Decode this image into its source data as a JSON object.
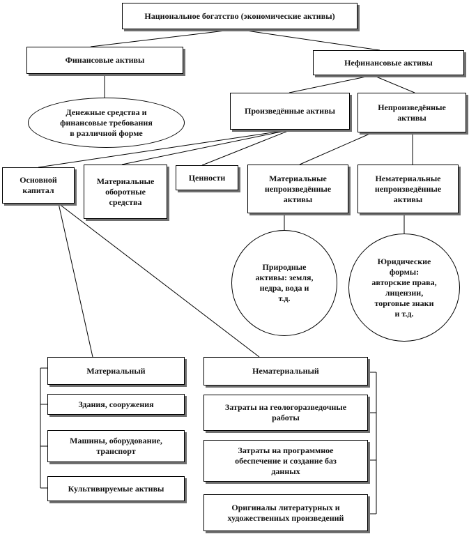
{
  "diagram": {
    "root": "Национальное богатство (экономические активы)",
    "financial": "Финансовые активы",
    "nonfinancial": "Нефинансовые активы",
    "money": "Денежные средства и\nфинансовые требования\nв различной форме",
    "produced": "Произведённые активы",
    "nonproduced": "Непроизведённые\nактивы",
    "fixed_capital": "Основной\nкапитал",
    "working_capital": "Материальные\nоборотные\nсредства",
    "valuables": "Ценности",
    "tangible_nonproduced": "Материальные\nнепроизведённые\nактивы",
    "intangible_nonproduced": "Нематериальные\nнепроизведённые\nактивы",
    "natural": "Природные\nактивы: земля,\nнедра, вода и\nт.д.",
    "legal": "Юридические\nформы:\nавторские права,\nлицензии,\nторговые знаки\nи т.д.",
    "tangible": "Материальный",
    "buildings": "Здания, сооружения",
    "machines": "Машины, оборудование,\nтранспорт",
    "cultivated": "Культивируемые активы",
    "intangible": "Нематериальный",
    "exploration": "Затраты на геологоразведочные\nработы",
    "software": "Затраты на программное\nобеспечение и создание баз\nданных",
    "originals": "Оригиналы литературных и\nхудожественных произведений"
  }
}
